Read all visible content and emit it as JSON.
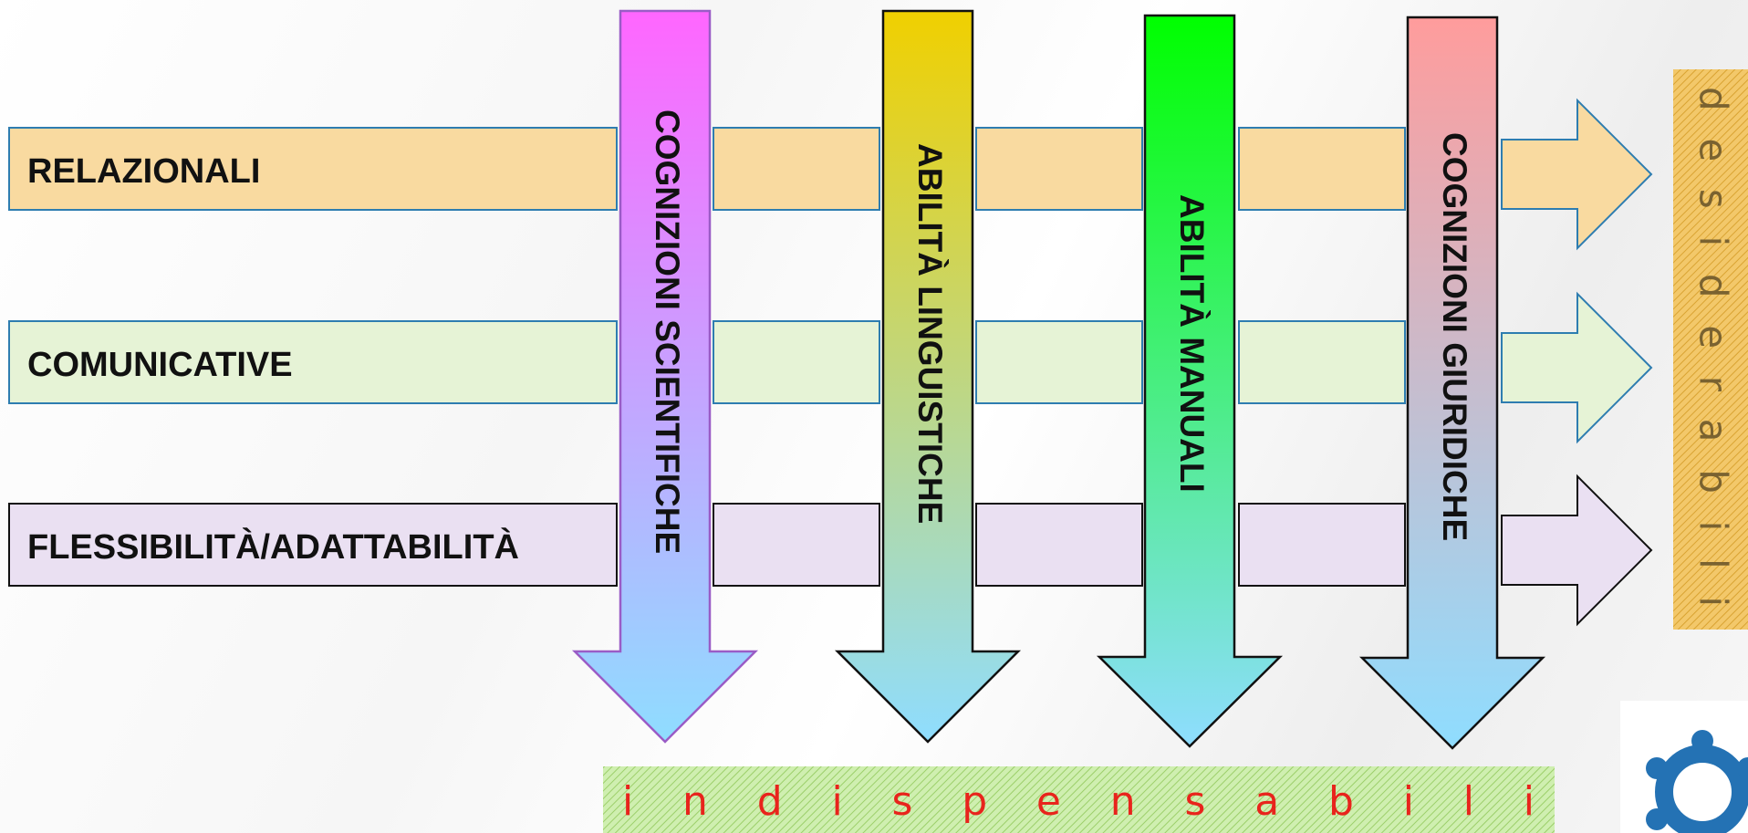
{
  "rows": [
    {
      "label": "RELAZIONALI",
      "fill": "#F9DAA0",
      "stroke": "#2E7DB0"
    },
    {
      "label": "COMUNICATIVE",
      "fill": "#E6F3D6",
      "stroke": "#2E7DB0"
    },
    {
      "label": "FLESSIBILITÀ/ADATTABILITÀ",
      "fill": "#EAE0F2",
      "stroke": "#111111"
    }
  ],
  "columns": [
    {
      "label": "COGNIZIONI SCIENTIFICHE",
      "top_color": "#FF66FF",
      "bottom_color": "#8FDDFF",
      "stroke": "#9A5CC6"
    },
    {
      "label": "ABILITÀ LINGUISTICHE",
      "top_color": "#F0D000",
      "bottom_color": "#8FDDFF",
      "stroke": "#111111"
    },
    {
      "label": "ABILITÀ MANUALI",
      "top_color": "#00FF00",
      "bottom_color": "#8FDDFF",
      "stroke": "#111111"
    },
    {
      "label": "COGNIZIONI GIURIDICHE",
      "top_color": "#FF9C9C",
      "bottom_color": "#8FDDFF",
      "stroke": "#111111"
    }
  ],
  "bottom_band": {
    "label": "indispensabili",
    "text_color": "#E8241C",
    "background": "#CFEFB0"
  },
  "side_band": {
    "label": "desiderabili",
    "text_color": "#7A6230",
    "background": "#F3C86A"
  },
  "logo": {
    "icon": "people-circle-logo",
    "color": "#2472B4"
  }
}
